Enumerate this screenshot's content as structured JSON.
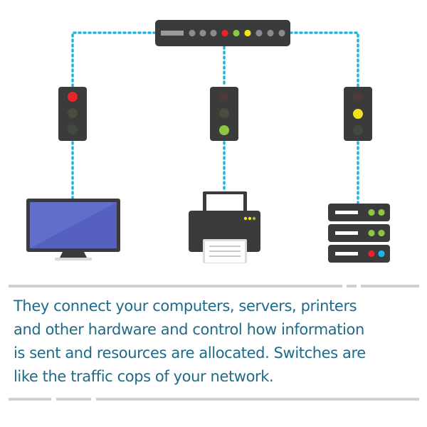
{
  "caption": "They connect your computers, servers, printers\nand other hardware and control how information\nis sent and resources are allocated. Switches are\nlike the traffic cops of your network.",
  "icons": {
    "switch": "network-switch-icon",
    "lights": "traffic-light-icon",
    "computer": "computer-monitor-icon",
    "printer": "printer-icon",
    "server": "server-rack-icon"
  },
  "colors": {
    "dark": "#3b3b3c",
    "link": "#1eb4e6",
    "red": "#e8232a",
    "green": "#8dc63f",
    "yellow": "#f1e31b",
    "text": "#1d6a8a",
    "divider": "#d0d0d2",
    "screen": "#5560c0"
  },
  "traffic_lights": {
    "left": "red",
    "center": "green",
    "right": "yellow"
  }
}
